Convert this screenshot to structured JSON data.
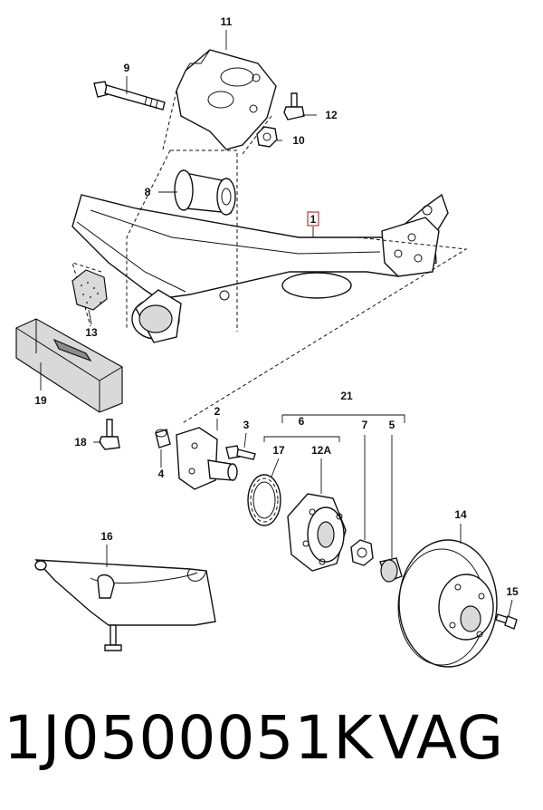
{
  "callouts": {
    "c1": "1",
    "c2": "2",
    "c3": "3",
    "c4": "4",
    "c5": "5",
    "c6": "6",
    "c7": "7",
    "c8": "8",
    "c9": "9",
    "c10": "10",
    "c11": "11",
    "c12": "12",
    "c12a": "12A",
    "c13": "13",
    "c14": "14",
    "c15": "15",
    "c16": "16",
    "c17": "17",
    "c18": "18",
    "c19": "19",
    "c21": "21"
  },
  "footer": {
    "part_number": "1J0500051K",
    "brand": "VAG"
  },
  "colors": {
    "highlight_box": "#c0392b",
    "line": "#111111",
    "shade": "#d9d9d9"
  }
}
